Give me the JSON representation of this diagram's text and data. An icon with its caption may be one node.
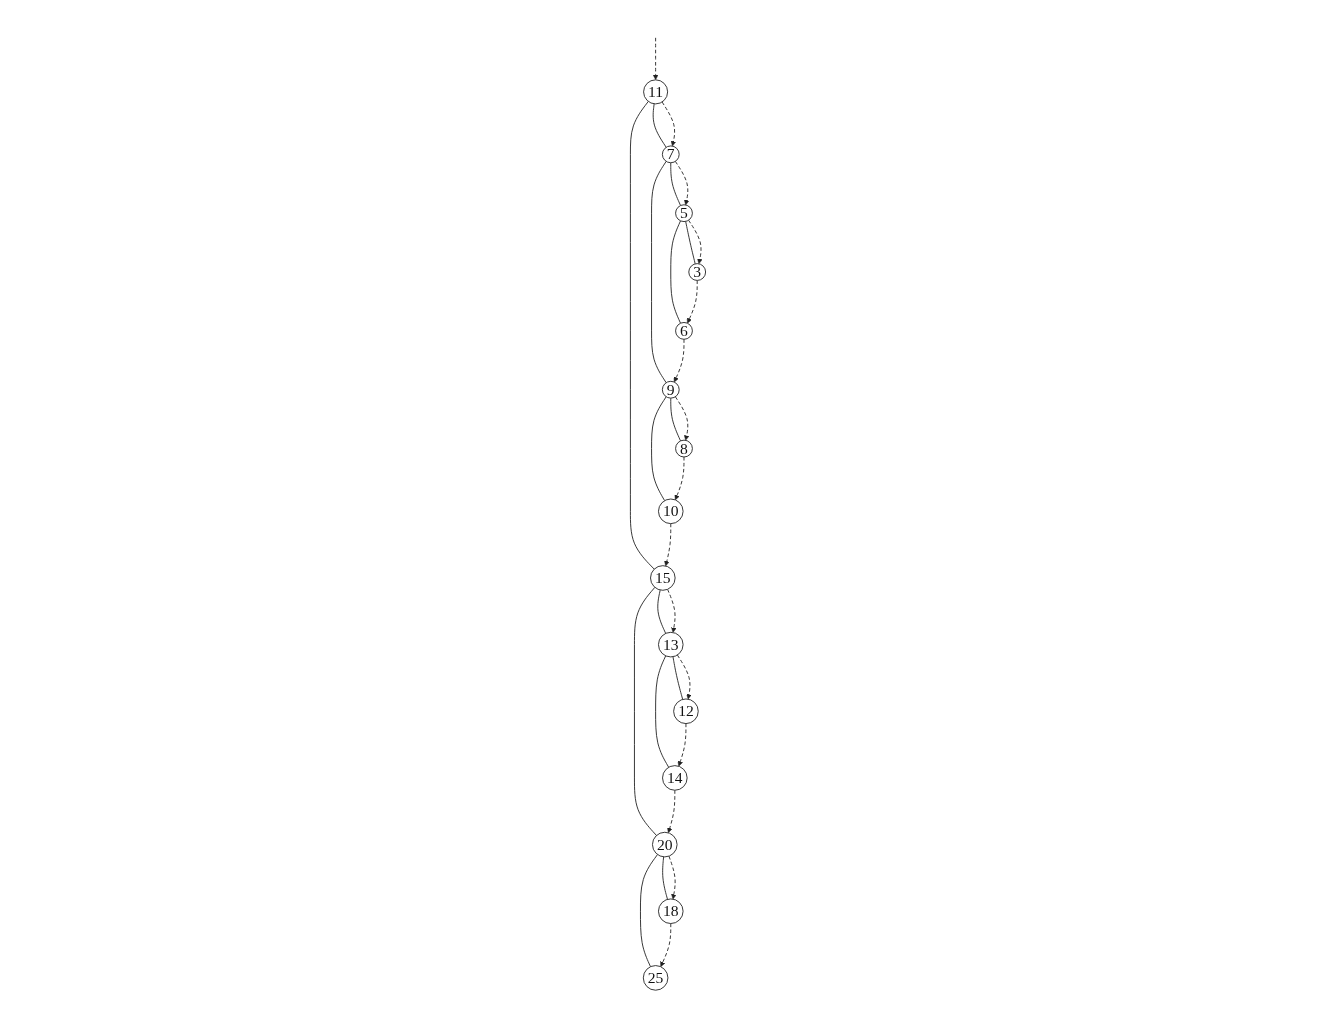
{
  "diagram": {
    "nodes": [
      {
        "text": [
          "11"
        ]
      },
      {
        "text": [
          "7"
        ]
      },
      {
        "text": [
          "15"
        ]
      },
      {
        "text": [
          "5"
        ]
      },
      {
        "text": [
          "9"
        ]
      },
      {
        "text": [
          "13"
        ]
      },
      {
        "text": [
          "20"
        ]
      },
      {
        "text": [
          "3"
        ]
      },
      {
        "text": [
          "6"
        ]
      },
      {
        "text": [
          "8"
        ]
      },
      {
        "text": [
          "10"
        ]
      },
      {
        "text": [
          "12"
        ]
      },
      {
        "text": [
          "14"
        ]
      },
      {
        "text": [
          "18"
        ]
      },
      {
        "text": [
          "25"
        ]
      }
    ],
    "edges": [
      {
        "from": 0,
        "to": 1,
        "arrow": "none"
      },
      {
        "from": 0,
        "to": 2,
        "arrow": "none"
      },
      {
        "from": 1,
        "to": 3,
        "arrow": "none"
      },
      {
        "from": 1,
        "to": 4,
        "arrow": "none"
      },
      {
        "from": 2,
        "to": 5,
        "arrow": "none"
      },
      {
        "from": 2,
        "to": 6,
        "arrow": "none"
      },
      {
        "from": 3,
        "to": 7,
        "arrow": "none"
      },
      {
        "from": 3,
        "to": 8,
        "arrow": "none"
      },
      {
        "from": 4,
        "to": 9,
        "arrow": "none"
      },
      {
        "from": 4,
        "to": 10,
        "arrow": "none"
      },
      {
        "from": 5,
        "to": 11,
        "arrow": "none"
      },
      {
        "from": 5,
        "to": 12,
        "arrow": "none"
      },
      {
        "from": 6,
        "to": 13,
        "arrow": "none"
      },
      {
        "from": 6,
        "to": 14,
        "arrow": "none"
      },
      {
        "from": null,
        "to": 0,
        "arrow": "to",
        "style": "dashed"
      },
      {
        "from": 0,
        "to": 1,
        "arrow": "to",
        "style": "dashed"
      },
      {
        "from": 1,
        "to": 3,
        "arrow": "to",
        "style": "dashed"
      },
      {
        "from": 3,
        "to": 7,
        "arrow": "to",
        "style": "dashed"
      },
      {
        "from": 7,
        "to": 8,
        "arrow": "to",
        "style": "dashed"
      },
      {
        "from": 8,
        "to": 4,
        "arrow": "to",
        "style": "dashed"
      },
      {
        "from": 4,
        "to": 9,
        "arrow": "to",
        "style": "dashed"
      },
      {
        "from": 9,
        "to": 10,
        "arrow": "to",
        "style": "dashed"
      },
      {
        "from": 10,
        "to": 2,
        "arrow": "to",
        "style": "dashed"
      },
      {
        "from": 2,
        "to": 5,
        "arrow": "to",
        "style": "dashed"
      },
      {
        "from": 5,
        "to": 11,
        "arrow": "to",
        "style": "dashed"
      },
      {
        "from": 11,
        "to": 12,
        "arrow": "to",
        "style": "dashed"
      },
      {
        "from": 12,
        "to": 6,
        "arrow": "to",
        "style": "dashed"
      },
      {
        "from": 6,
        "to": 13,
        "arrow": "to",
        "style": "dashed"
      },
      {
        "from": 13,
        "to": 14,
        "arrow": "to",
        "style": "dashed"
      }
    ]
  }
}
